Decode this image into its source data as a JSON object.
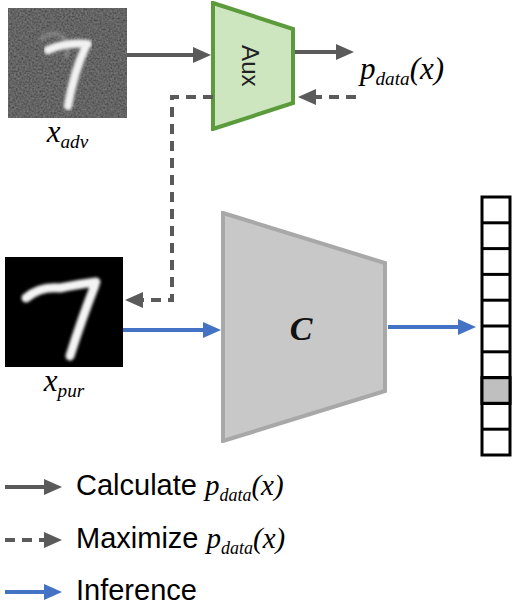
{
  "diagram": {
    "nodes": [
      {
        "text": [
          "xadv"
        ]
      },
      {
        "text": [
          "Aux"
        ]
      },
      {
        "text": [
          "xpur"
        ]
      },
      {
        "text": [
          "C"
        ]
      }
    ],
    "edges": [
      {
        "from": 0,
        "to": 1,
        "arrow": "to"
      },
      {
        "from": 1,
        "to": 2,
        "arrow": "to"
      },
      {
        "from": 2,
        "to": 3,
        "arrow": "to"
      }
    ],
    "labels": [
      "pdata(x)"
    ],
    "legend": [
      {
        "text": "Calculate pdata(x)"
      },
      {
        "text": "Maximize pdata(x)"
      },
      {
        "text": "Inference"
      }
    ]
  }
}
